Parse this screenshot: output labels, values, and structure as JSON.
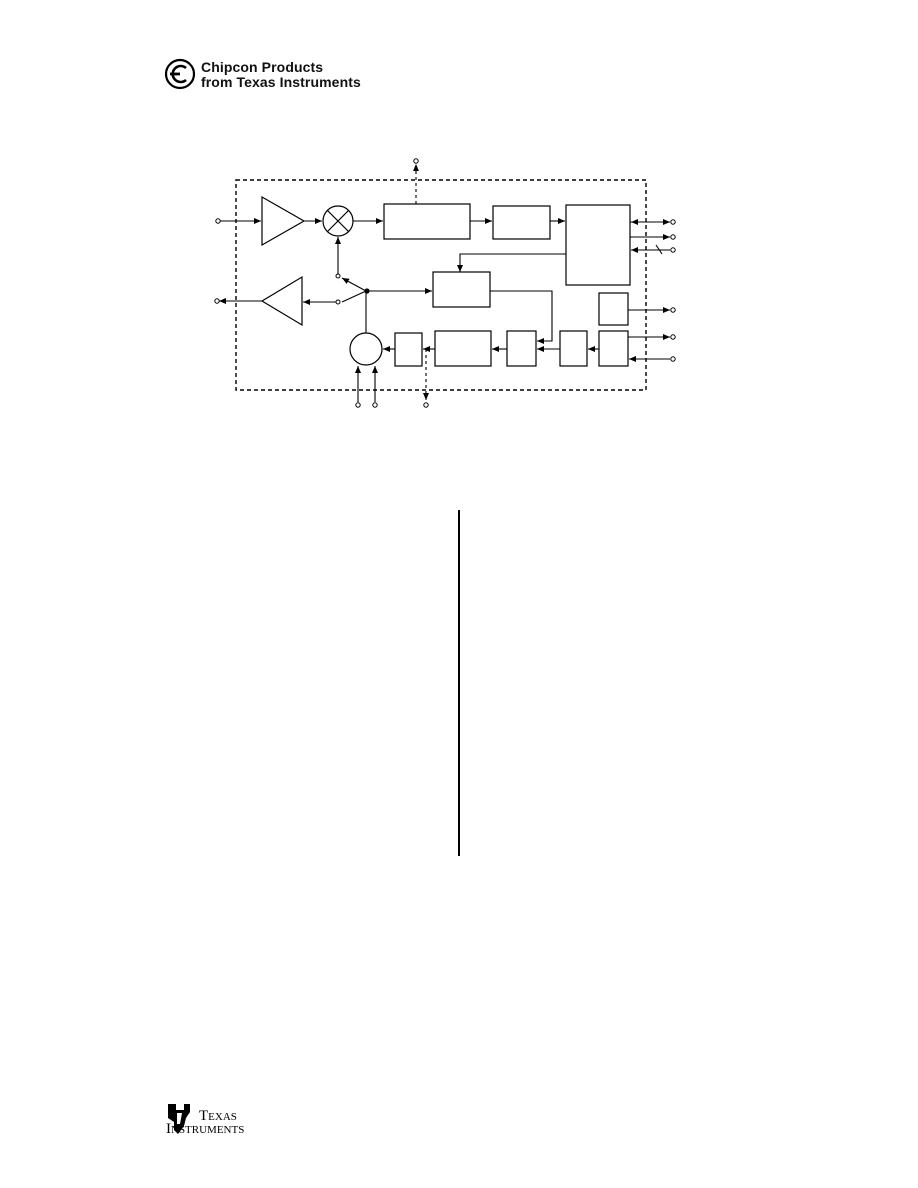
{
  "header": {
    "brand_line1": "Chipcon Products",
    "brand_line2": "from Texas Instruments",
    "logo_icon": "chipcon-c-logo-icon"
  },
  "footer": {
    "brand_line1": "Texas",
    "brand_line2": "Instruments",
    "logo_icon": "ti-state-logo-icon"
  },
  "colors": {
    "ink": "#000000",
    "background": "#ffffff"
  }
}
